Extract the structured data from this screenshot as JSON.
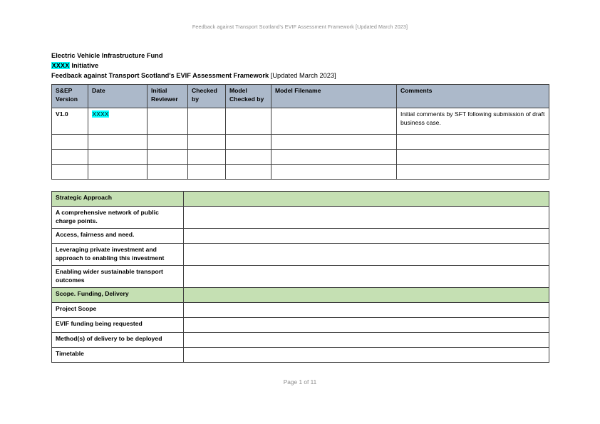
{
  "header": {
    "running_text": "Feedback against Transport Scotland's EVIF Assessment Framework [Updated March 2023]"
  },
  "title": {
    "line1": "Electric Vehicle Infrastructure Fund",
    "line2_highlight": "XXXX",
    "line2_rest": " Initiative",
    "line3_bold": "Feedback against Transport Scotland's EVIF Assessment Framework",
    "line3_regular": " [Updated March 2023]"
  },
  "version_table": {
    "columns": [
      "S&EP Version",
      "Date",
      "Initial Reviewer",
      "Checked by",
      "Model Checked by",
      "Model Filename",
      "Comments"
    ],
    "rows": [
      {
        "version": "V1.0",
        "date": "XXXX",
        "date_highlighted": true,
        "initial_reviewer": "",
        "checked_by": "",
        "model_checked_by": "",
        "model_filename": "",
        "comments": "Initial comments by SFT following submission of draft business case."
      },
      {
        "version": "",
        "date": "",
        "date_highlighted": false,
        "initial_reviewer": "",
        "checked_by": "",
        "model_checked_by": "",
        "model_filename": "",
        "comments": ""
      },
      {
        "version": "",
        "date": "",
        "date_highlighted": false,
        "initial_reviewer": "",
        "checked_by": "",
        "model_checked_by": "",
        "model_filename": "",
        "comments": ""
      },
      {
        "version": "",
        "date": "",
        "date_highlighted": false,
        "initial_reviewer": "",
        "checked_by": "",
        "model_checked_by": "",
        "model_filename": "",
        "comments": ""
      }
    ]
  },
  "assessment_table": {
    "rows": [
      {
        "kind": "section",
        "label": "Strategic Approach",
        "response": ""
      },
      {
        "kind": "item",
        "label": "A comprehensive network of public charge points.",
        "response": ""
      },
      {
        "kind": "item",
        "label": "Access, fairness and need.",
        "response": ""
      },
      {
        "kind": "item",
        "label": "Leveraging private investment and approach to enabling this investment",
        "response": ""
      },
      {
        "kind": "item",
        "label": "Enabling wider sustainable transport outcomes",
        "response": ""
      },
      {
        "kind": "section",
        "label": "Scope. Funding, Delivery",
        "response": ""
      },
      {
        "kind": "item",
        "label": "Project Scope",
        "response": ""
      },
      {
        "kind": "item",
        "label": "EVIF funding being requested",
        "response": ""
      },
      {
        "kind": "item",
        "label": "Method(s) of delivery to be deployed",
        "response": ""
      },
      {
        "kind": "item",
        "label": "Timetable",
        "response": ""
      }
    ]
  },
  "footer": {
    "page_text": "Page 1 of 11"
  },
  "colors": {
    "version_header_bg": "#acb9ca",
    "section_header_bg": "#c5e0b3",
    "highlight": "#00ffff",
    "border": "#3f3f3f",
    "muted_text": "#8c8c8c"
  }
}
